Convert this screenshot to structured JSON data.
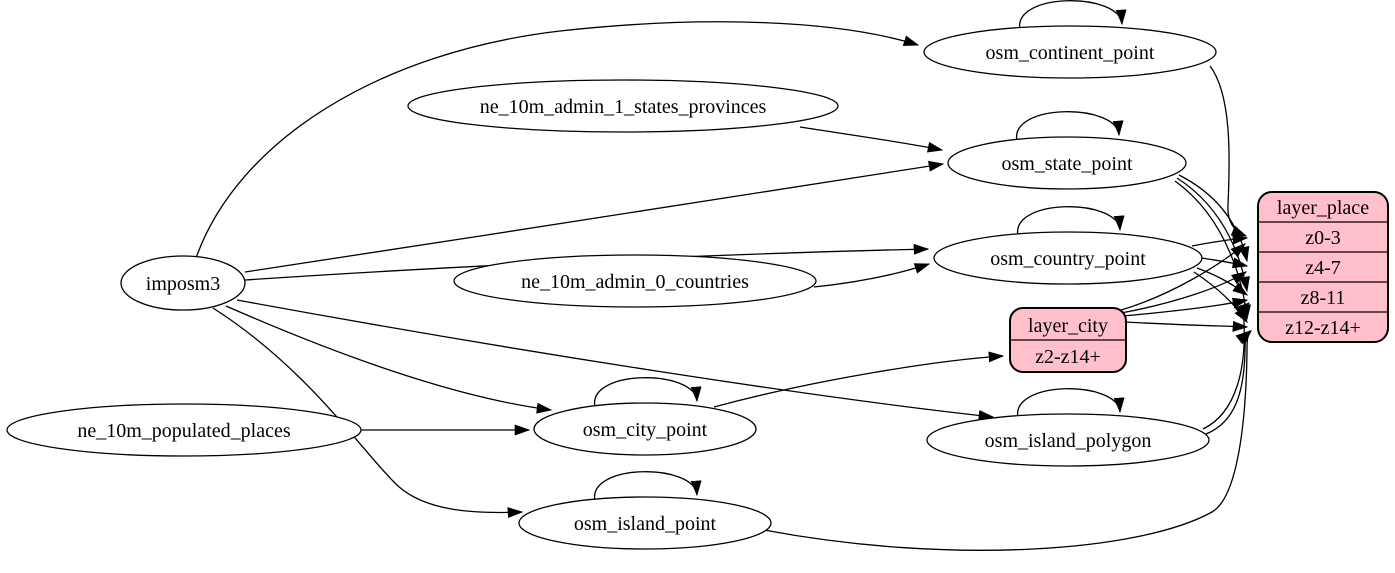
{
  "diagram": {
    "kind": "etl-graph",
    "colors": {
      "record_fill": "#ffc0cb",
      "node_fill": "#ffffff",
      "stroke": "#000000",
      "background": "#ffffff"
    },
    "nodes": {
      "imposm3": {
        "label": "imposm3",
        "shape": "ellipse"
      },
      "ne_10m_admin_1_states_provinces": {
        "label": "ne_10m_admin_1_states_provinces",
        "shape": "ellipse"
      },
      "ne_10m_admin_0_countries": {
        "label": "ne_10m_admin_0_countries",
        "shape": "ellipse"
      },
      "ne_10m_populated_places": {
        "label": "ne_10m_populated_places",
        "shape": "ellipse"
      },
      "osm_continent_point": {
        "label": "osm_continent_point",
        "shape": "ellipse"
      },
      "osm_state_point": {
        "label": "osm_state_point",
        "shape": "ellipse"
      },
      "osm_country_point": {
        "label": "osm_country_point",
        "shape": "ellipse"
      },
      "osm_city_point": {
        "label": "osm_city_point",
        "shape": "ellipse"
      },
      "osm_island_polygon": {
        "label": "osm_island_polygon",
        "shape": "ellipse"
      },
      "osm_island_point": {
        "label": "osm_island_point",
        "shape": "ellipse"
      },
      "layer_city": {
        "title": "layer_city",
        "rows": [
          "z2-z14+"
        ],
        "shape": "record"
      },
      "layer_place": {
        "title": "layer_place",
        "rows": [
          "z0-3",
          "z4-7",
          "z8-11",
          "z12-z14+"
        ],
        "shape": "record"
      }
    },
    "edges": [
      {
        "from": "imposm3",
        "to": "osm_continent_point"
      },
      {
        "from": "imposm3",
        "to": "osm_state_point"
      },
      {
        "from": "imposm3",
        "to": "osm_country_point"
      },
      {
        "from": "imposm3",
        "to": "osm_city_point"
      },
      {
        "from": "imposm3",
        "to": "osm_island_polygon"
      },
      {
        "from": "imposm3",
        "to": "osm_island_point"
      },
      {
        "from": "ne_10m_admin_1_states_provinces",
        "to": "osm_state_point"
      },
      {
        "from": "ne_10m_admin_0_countries",
        "to": "osm_country_point"
      },
      {
        "from": "ne_10m_populated_places",
        "to": "osm_city_point"
      },
      {
        "from": "osm_continent_point",
        "to": "osm_continent_point"
      },
      {
        "from": "osm_state_point",
        "to": "osm_state_point"
      },
      {
        "from": "osm_country_point",
        "to": "osm_country_point"
      },
      {
        "from": "osm_city_point",
        "to": "osm_city_point"
      },
      {
        "from": "osm_island_polygon",
        "to": "osm_island_polygon"
      },
      {
        "from": "osm_island_point",
        "to": "osm_island_point"
      },
      {
        "from": "osm_continent_point",
        "to": "layer_place",
        "to_port": "z0-3"
      },
      {
        "from": "osm_country_point",
        "to": "layer_place",
        "to_port": "z0-3"
      },
      {
        "from": "osm_country_point",
        "to": "layer_place",
        "to_port": "z4-7"
      },
      {
        "from": "osm_country_point",
        "to": "layer_place",
        "to_port": "z8-11"
      },
      {
        "from": "osm_country_point",
        "to": "layer_place",
        "to_port": "z12-z14+"
      },
      {
        "from": "osm_state_point",
        "to": "layer_place",
        "to_port": "z4-7"
      },
      {
        "from": "osm_state_point",
        "to": "layer_place",
        "to_port": "z8-11"
      },
      {
        "from": "osm_state_point",
        "to": "layer_place",
        "to_port": "z12-z14+"
      },
      {
        "from": "osm_city_point",
        "to": "layer_city",
        "to_port": "z2-z14+"
      },
      {
        "from": "layer_city",
        "to": "layer_place",
        "to_port": "z0-3"
      },
      {
        "from": "layer_city",
        "to": "layer_place",
        "to_port": "z4-7"
      },
      {
        "from": "layer_city",
        "to": "layer_place",
        "to_port": "z8-11"
      },
      {
        "from": "layer_city",
        "to": "layer_place",
        "to_port": "z12-z14+"
      },
      {
        "from": "osm_island_polygon",
        "to": "layer_place",
        "to_port": "z8-11"
      },
      {
        "from": "osm_island_polygon",
        "to": "layer_place",
        "to_port": "z12-z14+"
      },
      {
        "from": "osm_island_point",
        "to": "layer_place",
        "to_port": "z12-z14+"
      }
    ]
  }
}
